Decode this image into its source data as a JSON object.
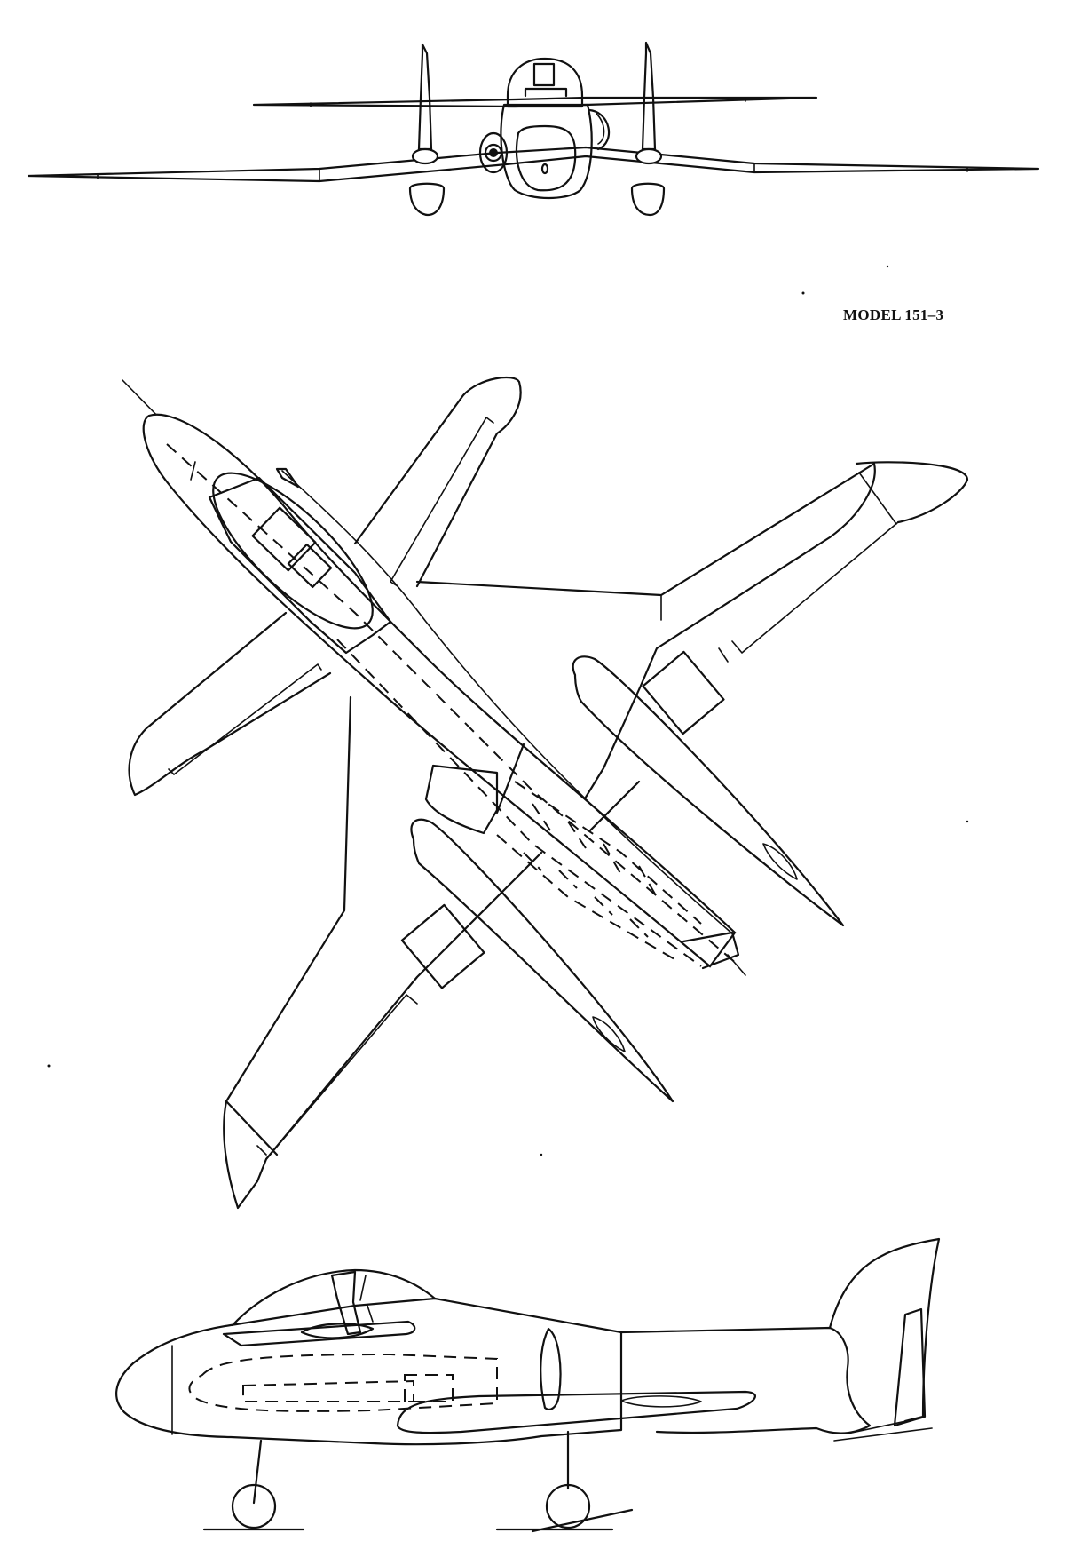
{
  "drawing": {
    "model_label": "MODEL 151–3",
    "views": [
      "front-view",
      "plan-view",
      "side-view"
    ]
  }
}
